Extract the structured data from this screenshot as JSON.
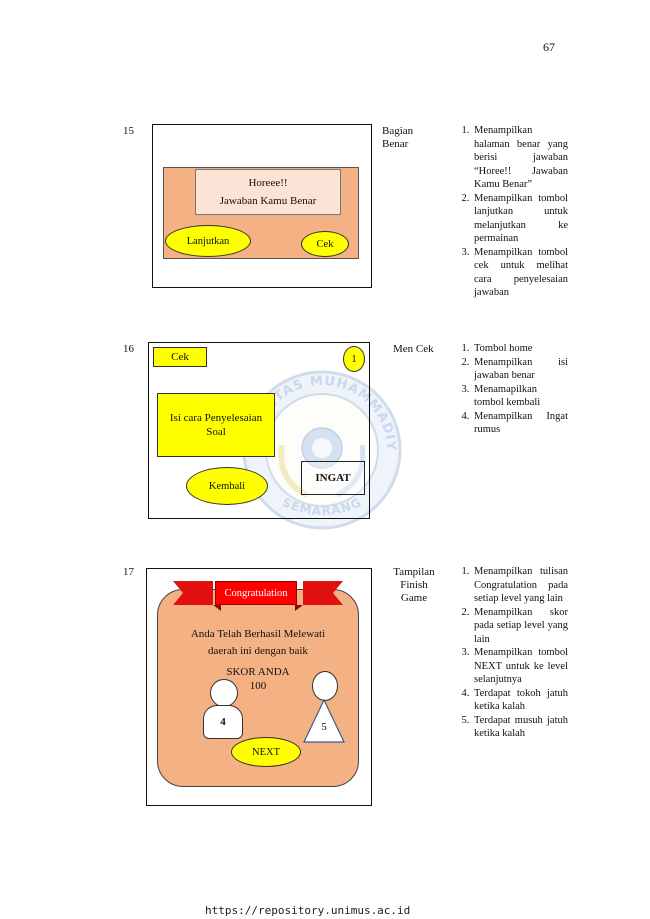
{
  "page_number": "67",
  "footer_url": "https://repository.unimus.ac.id",
  "watermark": {
    "top_text": "UNIVERSITAS MUHAMMADIYAH",
    "bottom_text": "SEMARANG"
  },
  "rows": [
    {
      "number": "15",
      "label": "Bagian Benar",
      "mockup": {
        "title": "Horeee!!",
        "subtitle": "Jawaban Kamu Benar",
        "btn_continue": "Lanjutkan",
        "btn_check": "Cek"
      },
      "items": [
        "Menampilkan halaman benar yang berisi jawaban “Horee!! Jawaban Kamu Benar”",
        "Menampilkan tombol lanjutkan untuk melanjutkan ke permainan",
        "Menampilkan tombol cek untuk melihat cara penyelesaian jawaban"
      ]
    },
    {
      "number": "16",
      "label": "Men Cek",
      "mockup": {
        "btn_check": "Cek",
        "home_badge": "1",
        "content": "Isi cara Penyelesaian Soal",
        "btn_back": "Kembali",
        "btn_remember": "INGAT"
      },
      "items": [
        "Tombol home",
        "Menampilkan isi jawaban benar",
        "Menamapilkan tombol kembali",
        "Menampilkan Ingat rumus"
      ]
    },
    {
      "number": "17",
      "label": "Tampilan Finish Game",
      "mockup": {
        "banner": "Congratulation",
        "message": "Anda Telah Berhasil Melewati daerah ini dengan baik",
        "score_label": "SKOR ANDA",
        "score_value": "100",
        "player_num": "4",
        "enemy_num": "5",
        "btn_next": "NEXT"
      },
      "items": [
        "Menampilkan tulisan Congratulation pada setiap level yang lain",
        "Menampilkan skor pada setiap level yang lain",
        "Menampilkan tombol NEXT untuk ke level selanjutnya",
        "Terdapat tokoh jatuh ketika kalah",
        "Terdapat musuh jatuh ketika kalah"
      ]
    }
  ]
}
